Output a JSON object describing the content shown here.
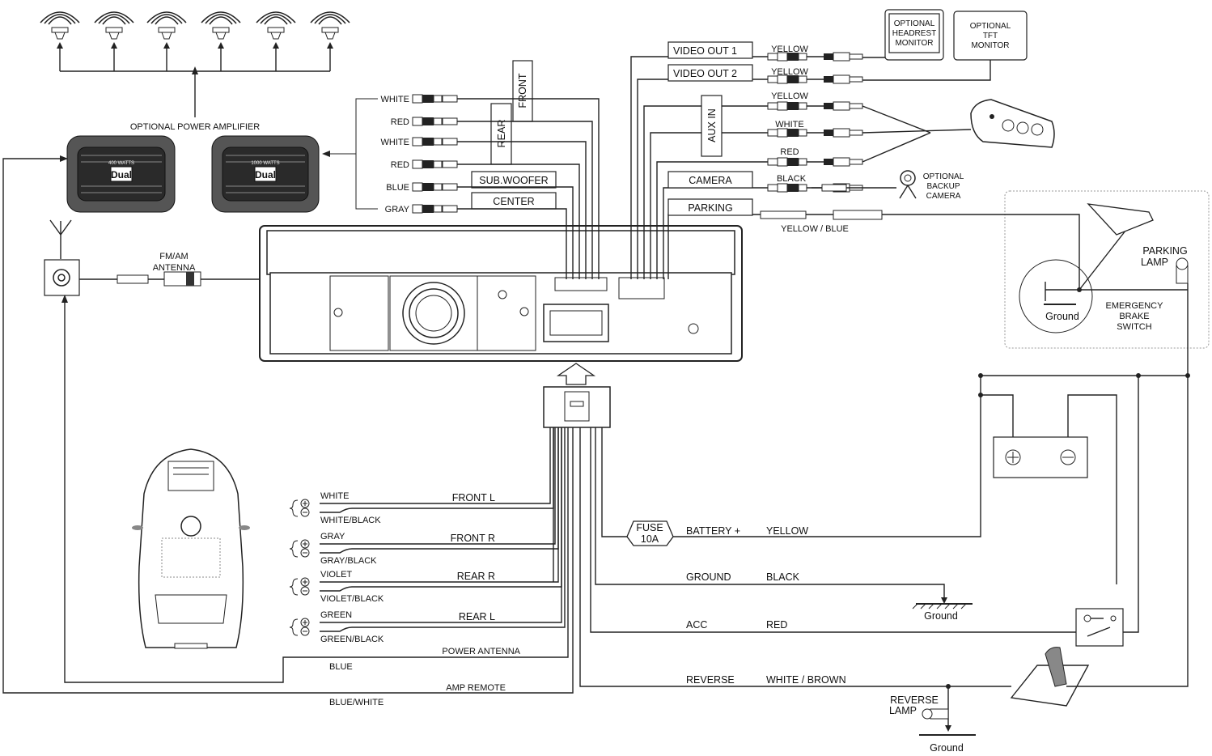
{
  "amplifier": {
    "label": "OPTIONAL POWER AMPLIFIER",
    "brand": "Dual",
    "watts_left": "400 WATTS",
    "watts_right": "1000 WATTS"
  },
  "antenna": {
    "label_line1": "FM/AM",
    "label_line2": "ANTENNA"
  },
  "rca_left": {
    "groups": {
      "front": "FRONT",
      "rear": "REAR"
    },
    "subwoofer": "SUB.WOOFER",
    "center": "CENTER",
    "wire_colors": [
      "WHITE",
      "RED",
      "WHITE",
      "RED",
      "BLUE",
      "GRAY"
    ]
  },
  "video": {
    "out1": "VIDEO OUT 1",
    "out2": "VIDEO OUT 2",
    "out1_color": "YELLOW",
    "out2_color": "YELLOW",
    "headrest_line1": "OPTIONAL",
    "headrest_line2": "HEADREST",
    "headrest_line3": "MONITOR",
    "tft_line1": "OPTIONAL",
    "tft_line2": "TFT",
    "tft_line3": "MONITOR"
  },
  "aux": {
    "label": "AUX IN",
    "colors": [
      "YELLOW",
      "WHITE",
      "RED"
    ]
  },
  "camera": {
    "label": "CAMERA",
    "color": "BLACK",
    "optional_line1": "OPTIONAL",
    "optional_line2": "BACKUP",
    "optional_line3": "CAMERA"
  },
  "parking": {
    "label": "PARKING",
    "color": "YELLOW / BLUE",
    "lamp_line1": "PARKING",
    "lamp_line2": "LAMP",
    "ground": "Ground",
    "brake_line1": "EMERGENCY",
    "brake_line2": "BRAKE",
    "brake_line3": "SWITCH"
  },
  "speakers": [
    {
      "name": "FRONT L",
      "pos": "WHITE",
      "neg": "WHITE/BLACK"
    },
    {
      "name": "FRONT R",
      "pos": "GRAY",
      "neg": "GRAY/BLACK"
    },
    {
      "name": "REAR R",
      "pos": "VIOLET",
      "neg": "VIOLET/BLACK"
    },
    {
      "name": "REAR L",
      "pos": "GREEN",
      "neg": "GREEN/BLACK"
    }
  ],
  "power_antenna": {
    "label": "POWER ANTENNA",
    "color": "BLUE"
  },
  "amp_remote": {
    "label": "AMP REMOTE",
    "color": "BLUE/WHITE"
  },
  "fuse": {
    "line1": "FUSE",
    "line2": "10A"
  },
  "power": [
    {
      "name": "BATTERY +",
      "color": "YELLOW"
    },
    {
      "name": "GROUND",
      "color": "BLACK"
    },
    {
      "name": "ACC",
      "color": "RED"
    },
    {
      "name": "REVERSE",
      "color": "WHITE / BROWN"
    }
  ],
  "ground_label": "Ground",
  "reverse_lamp": {
    "line1": "REVERSE",
    "line2": "LAMP",
    "ground": "Ground"
  }
}
